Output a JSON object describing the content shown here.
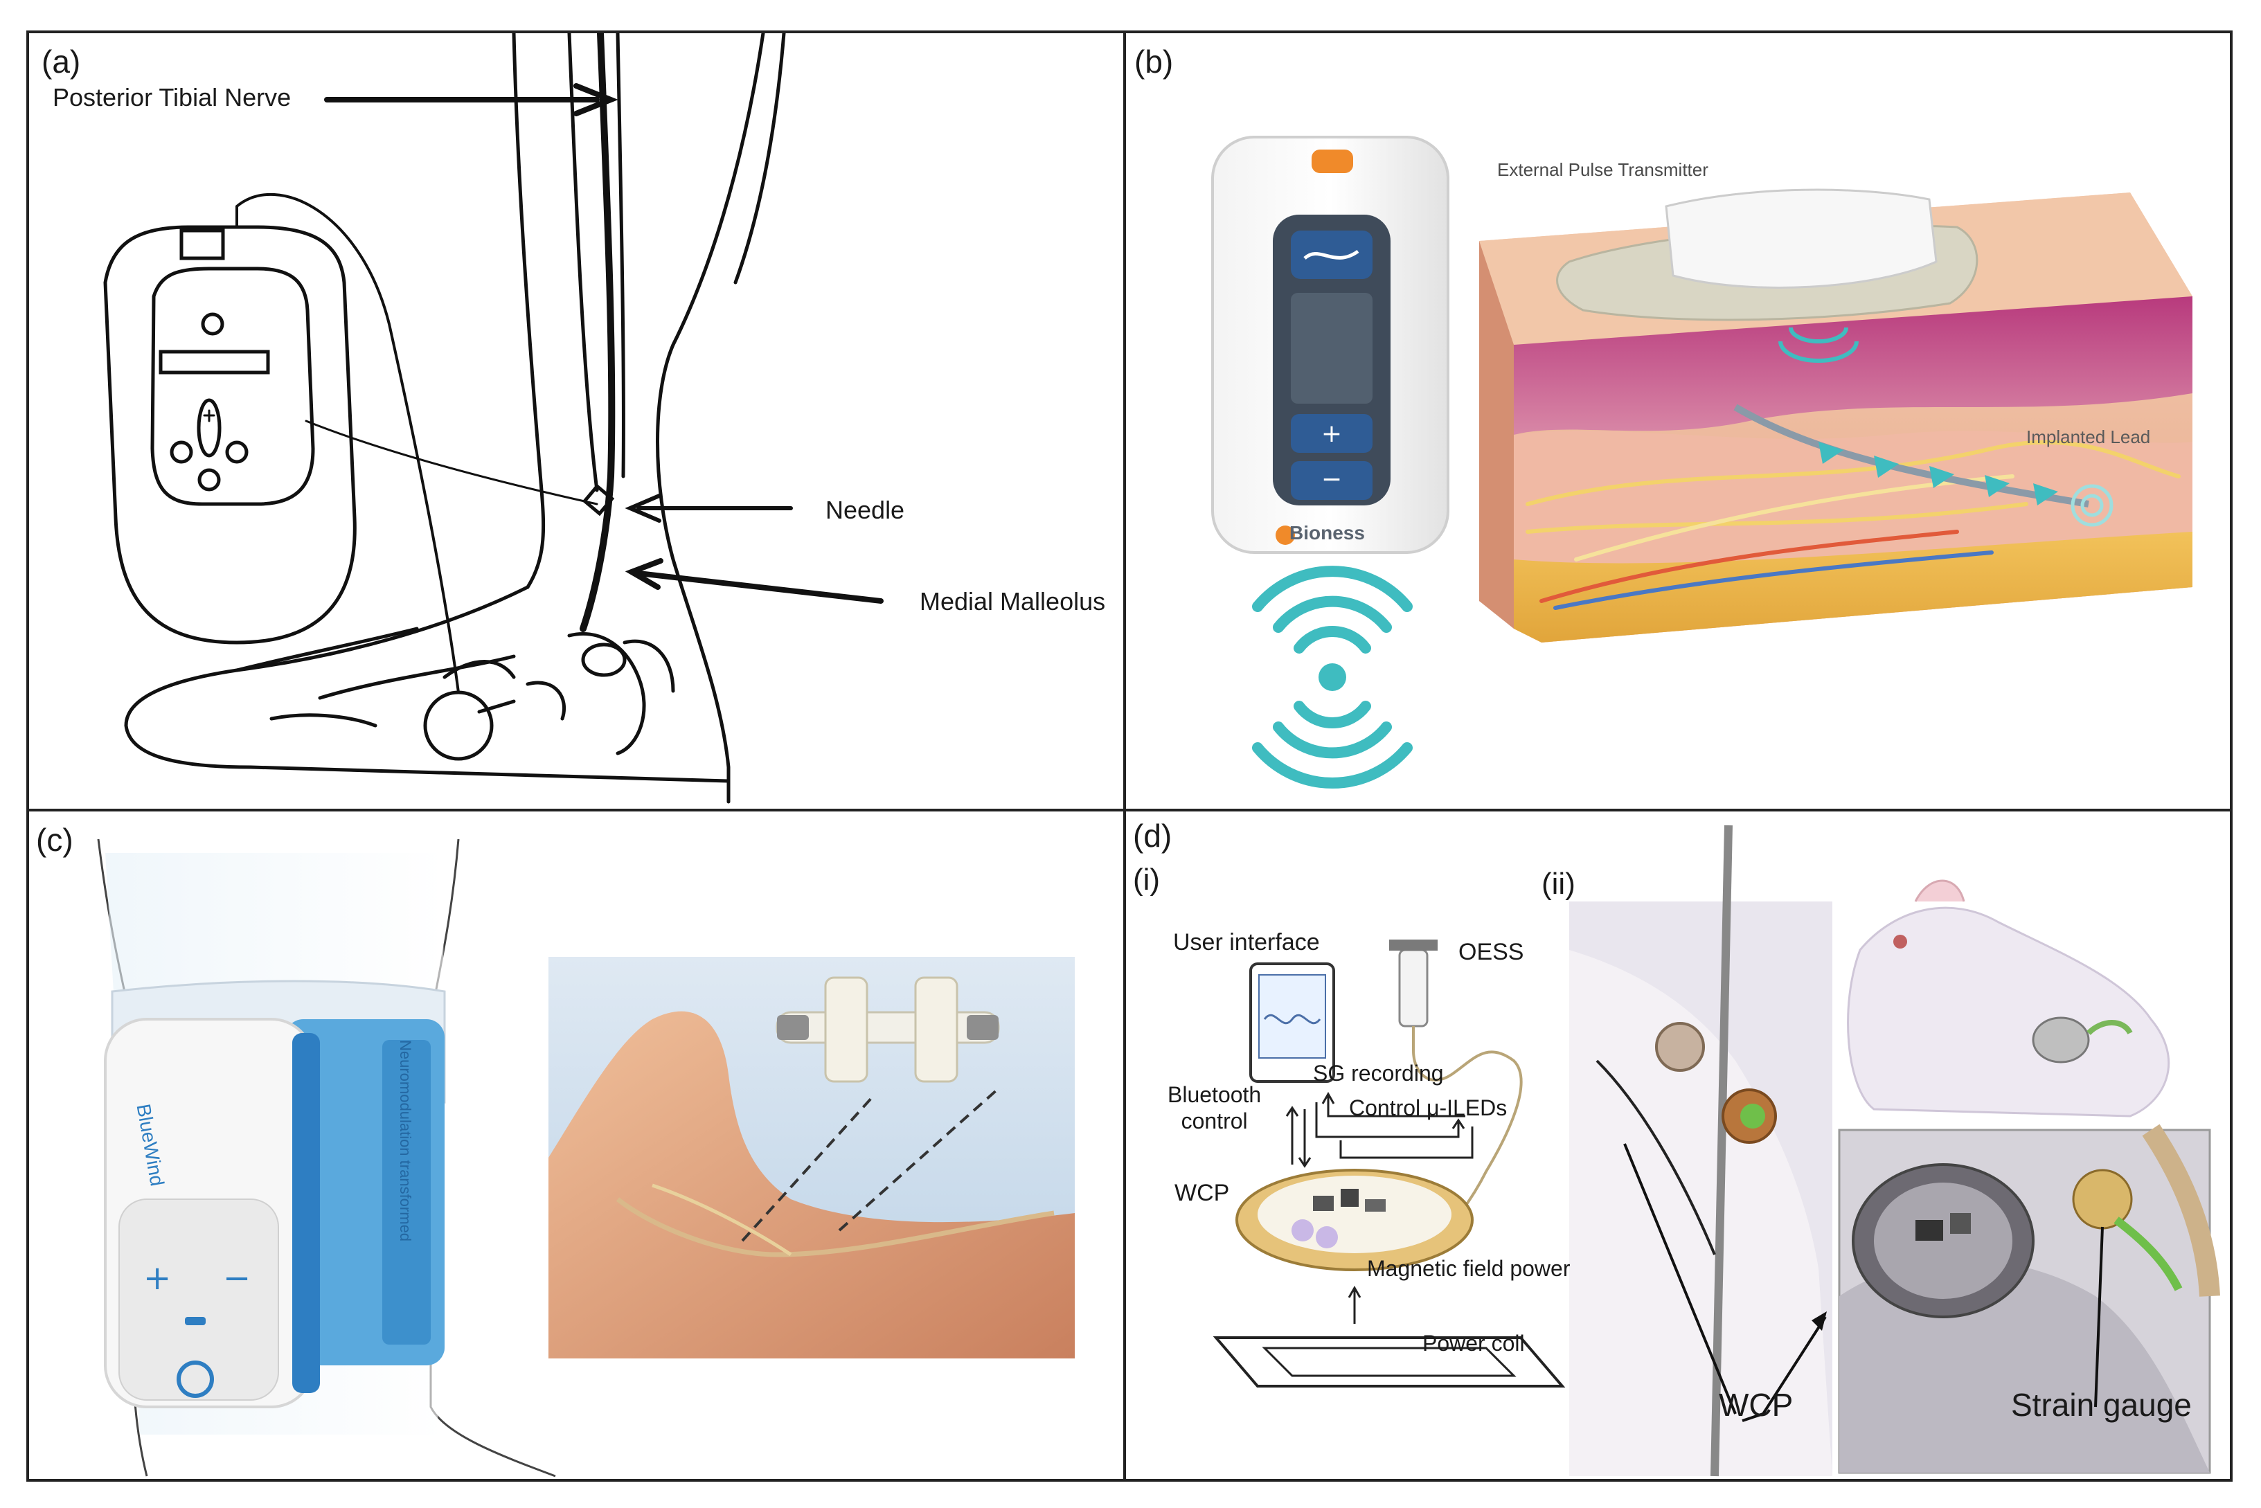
{
  "figure": {
    "panel_a": {
      "label": "(a)",
      "callouts": [
        "Posterior Tibial Nerve",
        "Needle",
        "Medial Malleolus"
      ]
    },
    "panel_b": {
      "label": "(b)",
      "device_brand": "Bioness",
      "callouts": [
        "External Pulse Transmitter",
        "Implanted Lead"
      ]
    },
    "panel_c": {
      "label": "(c)",
      "device_brand": "BlueWind",
      "strap_text": "Neuromodulation transformed"
    },
    "panel_d": {
      "label": "(d)",
      "sub_i": "(i)",
      "sub_ii": "(ii)",
      "diagram_labels": {
        "user_interface": "User interface",
        "oess": "OESS",
        "bluetooth": "Bluetooth\ncontrol",
        "sg_recording": "SG recording",
        "control_leds": "Control μ-ILEDs",
        "wcp": "WCP",
        "magnetic": "Magnetic field power",
        "power_coil": "Power coil"
      },
      "photo_labels": {
        "wcp": "WCP",
        "strain_gauge": "Strain gauge"
      }
    },
    "colors": {
      "teal": "#3fbcc0",
      "skin": "#e8a987",
      "blue_device": "#5aa9dd",
      "bioness_orange": "#f08a2a"
    }
  }
}
